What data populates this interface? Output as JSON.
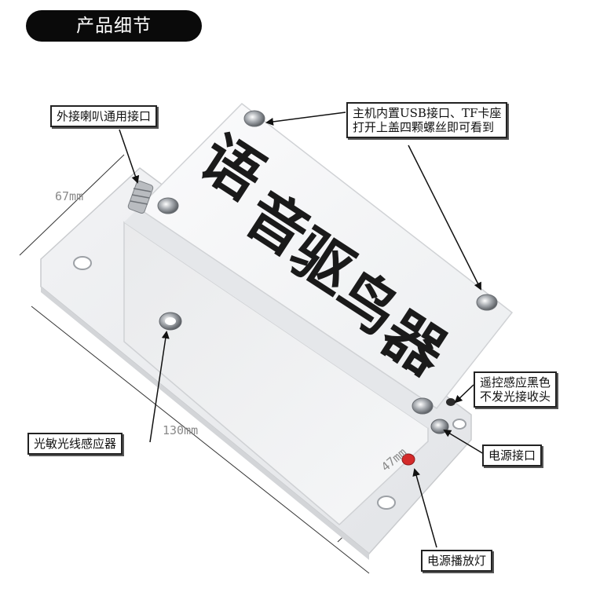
{
  "header": {
    "title": "产品细节"
  },
  "product": {
    "title_lines": [
      "语",
      "音",
      "驱",
      "鸟",
      "器"
    ]
  },
  "callouts": {
    "speaker_port": "外接喇叭通用接口",
    "usb_tf_line1": "主机内置USB接口、TF卡座",
    "usb_tf_line2": "打开上盖四颗螺丝即可看到",
    "remote_line1": "遥控感应黑色",
    "remote_line2": "不发光接收头",
    "light_sensor": "光敏光线感应器",
    "power_port": "电源接口",
    "power_led": "电源播放灯"
  },
  "dimensions": {
    "depth": "67mm",
    "length": "130mm",
    "height": "47mm"
  },
  "colors": {
    "enclosure": "#f3f4f6",
    "shadow": "#d9dbde",
    "text": "#1a1a1a",
    "led": "#d42a2a"
  }
}
